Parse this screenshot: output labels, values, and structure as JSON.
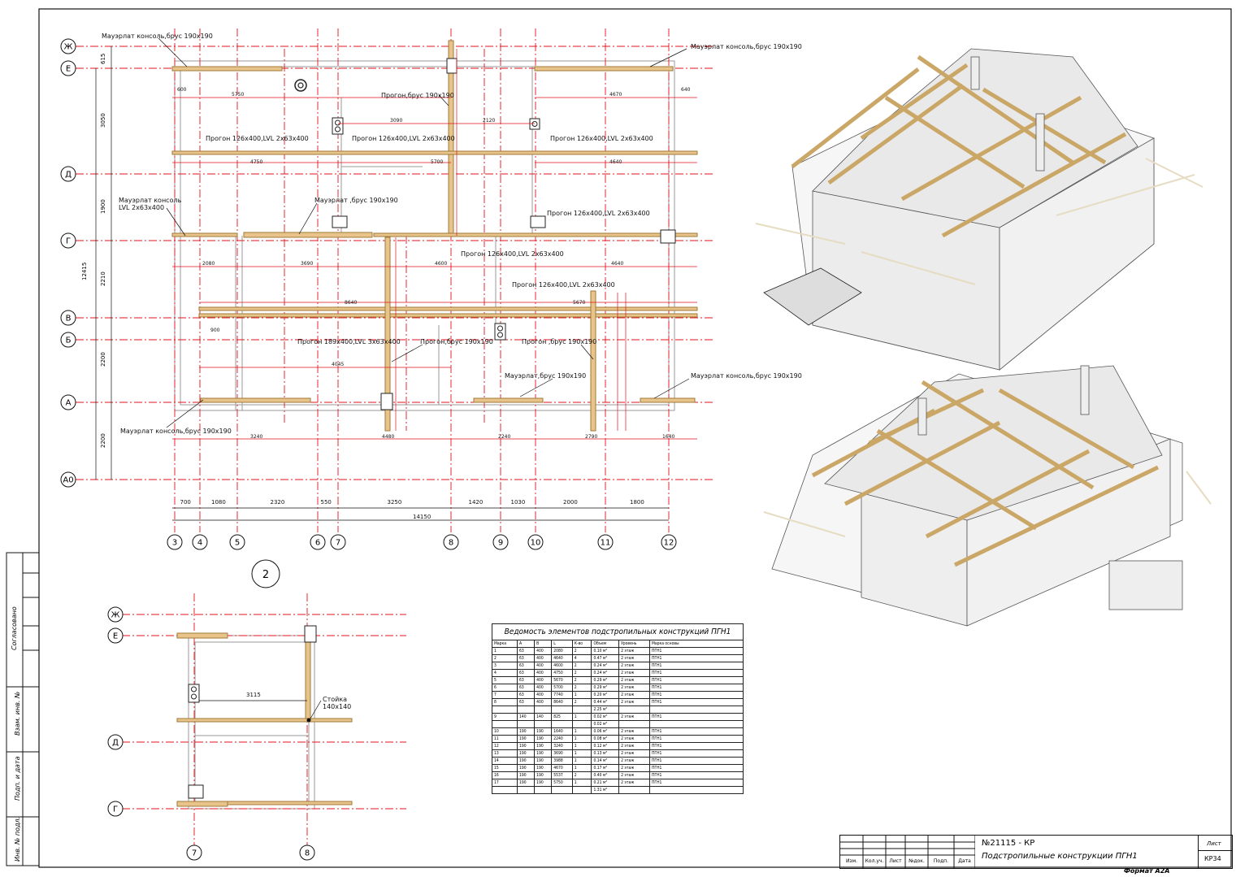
{
  "plan_main": {
    "number": "2",
    "axes_left": [
      "Ж",
      "Е",
      "Д",
      "Г",
      "В",
      "Б",
      "А",
      "А0"
    ],
    "axes_bottom": [
      "3",
      "4",
      "5",
      "6",
      "7",
      "8",
      "9",
      "10",
      "11",
      "12"
    ],
    "dims_bottom": [
      "700",
      "1080",
      "2320",
      "550",
      "3250",
      "1420",
      "1030",
      "2000",
      "1800"
    ],
    "dim_total": "14150",
    "dims_left": [
      "615",
      "3050",
      "1900",
      "2210",
      "2200",
      "2200"
    ],
    "dim_left_total": "12415",
    "labels": {
      "mauerlat_top_left": "Мауэрлат консоль,брус 190х190",
      "mauerlat_top_right": "Мауэрлат консоль,брус 190х190",
      "progon_beam_top": "Прогон,брус 190х190",
      "progon_lvl_1": "Прогон 126х400,LVL 2х63х400",
      "progon_lvl_2": "Прогон 126х400,LVL 2х63х400",
      "progon_lvl_3": "Прогон 126х400,LVL 2х63х400",
      "mauerlat_lvl": "Мауэрлат консоль\nLVL 2х63х400",
      "mauerlat_beam_mid": "Мауэрлат ,брус 190х190",
      "progon_lvl_4": "Прогон 126х400,LVL 2х63х400",
      "progon_lvl_5": "Прогон 126х400,LVL 2х63х400",
      "progon_lvl_6": "Прогон 126х400,LVL 2х63х400",
      "progon_189": "Прогон 189х400,LVL 3х63х400",
      "progon_beam_mid": "Прогон,брус 190х190",
      "progon_beam_right": "Прогон ,брус 190х190",
      "mauerlat_beam_a": "Мауэрлат,брус 190х190",
      "mauerlat_right_a": "Мауэрлат консоль,брус 190х190",
      "mauerlat_bottom_left": "Мауэрлат консоль,брус 190х190"
    },
    "dims_inner": [
      "5750",
      "4670",
      "3090",
      "2120",
      "4750",
      "5700",
      "4640",
      "2080",
      "3690",
      "4600",
      "4640",
      "8640",
      "5670",
      "900",
      "4045",
      "3240",
      "4480",
      "2240",
      "2790",
      "1640",
      "600",
      "640"
    ]
  },
  "plan_small": {
    "axes_left": [
      "Ж",
      "Е",
      "Д",
      "Г"
    ],
    "axes_bottom": [
      "7",
      "8"
    ],
    "dim_3115": "3115",
    "post_label": "Стойка\n140х140"
  },
  "schedule": {
    "title": "Ведомость элементов подстропильных конструкций ПГН1",
    "headers": [
      "Марка",
      "A",
      "B",
      "L",
      "К-во",
      "Объем",
      "Уровень",
      "Марка основы"
    ],
    "rows": [
      [
        "1",
        "63",
        "400",
        "2080",
        "2",
        "0.10 м³",
        "2 этаж",
        "ПГН1"
      ],
      [
        "2",
        "63",
        "400",
        "4640",
        "4",
        "0.47 м³",
        "2 этаж",
        "ПГН1"
      ],
      [
        "3",
        "63",
        "400",
        "4600",
        "2",
        "0.24 м³",
        "2 этаж",
        "ПГН1"
      ],
      [
        "4",
        "63",
        "400",
        "4750",
        "2",
        "0.24 м³",
        "2 этаж",
        "ПГН1"
      ],
      [
        "5",
        "63",
        "400",
        "5670",
        "2",
        "0.29 м³",
        "2 этаж",
        "ПГН1"
      ],
      [
        "6",
        "63",
        "400",
        "5700",
        "2",
        "0.29 м³",
        "2 этаж",
        "ПГН1"
      ],
      [
        "7",
        "63",
        "400",
        "7740",
        "1",
        "0.20 м³",
        "2 этаж",
        "ПГН1"
      ],
      [
        "8",
        "63",
        "400",
        "8640",
        "2",
        "0.44 м³",
        "2 этаж",
        "ПГН1"
      ],
      [
        "",
        "",
        "",
        "",
        "",
        "2.25 м³",
        "",
        ""
      ],
      [
        "9",
        "140",
        "140",
        "825",
        "1",
        "0.02 м³",
        "2 этаж",
        "ПГН1"
      ],
      [
        "",
        "",
        "",
        "",
        "",
        "0.02 м³",
        "",
        ""
      ],
      [
        "10",
        "190",
        "190",
        "1640",
        "1",
        "0.06 м³",
        "2 этаж",
        "ПГН1"
      ],
      [
        "11",
        "190",
        "190",
        "2240",
        "1",
        "0.08 м³",
        "2 этаж",
        "ПГН1"
      ],
      [
        "12",
        "190",
        "190",
        "3240",
        "1",
        "0.12 м³",
        "2 этаж",
        "ПГН1"
      ],
      [
        "13",
        "190",
        "190",
        "3690",
        "1",
        "0.13 м³",
        "2 этаж",
        "ПГН1"
      ],
      [
        "14",
        "190",
        "190",
        "3988",
        "1",
        "0.14 м³",
        "2 этаж",
        "ПГН1"
      ],
      [
        "15",
        "190",
        "190",
        "4670",
        "1",
        "0.17 м³",
        "2 этаж",
        "ПГН1"
      ],
      [
        "16",
        "190",
        "190",
        "5537",
        "2",
        "0.40 м³",
        "2 этаж",
        "ПГН1"
      ],
      [
        "17",
        "190",
        "190",
        "5750",
        "1",
        "0.21 м³",
        "2 этаж",
        "ПГН1"
      ],
      [
        "",
        "",
        "",
        "",
        "",
        "1.31 м³",
        "",
        ""
      ]
    ]
  },
  "stamp": {
    "code": "№21115 - КР",
    "title": "Подстропильные конструкции ПГН1",
    "sheet_header": "Лист",
    "sheet_value": "КР34",
    "cols": [
      "Изм.",
      "Кол.уч.",
      "Лист",
      "№док.",
      "Подп.",
      "Дата"
    ],
    "format": "Формат А2А"
  },
  "side_stamp": [
    "Согласовано",
    "Взам. инв. №",
    "Подп. и дата",
    "Инв. № подл."
  ],
  "colors": {
    "axis": "#e0151c",
    "beam": "#e8c48a",
    "beam_edge": "#a07a3a",
    "line": "#222222"
  }
}
